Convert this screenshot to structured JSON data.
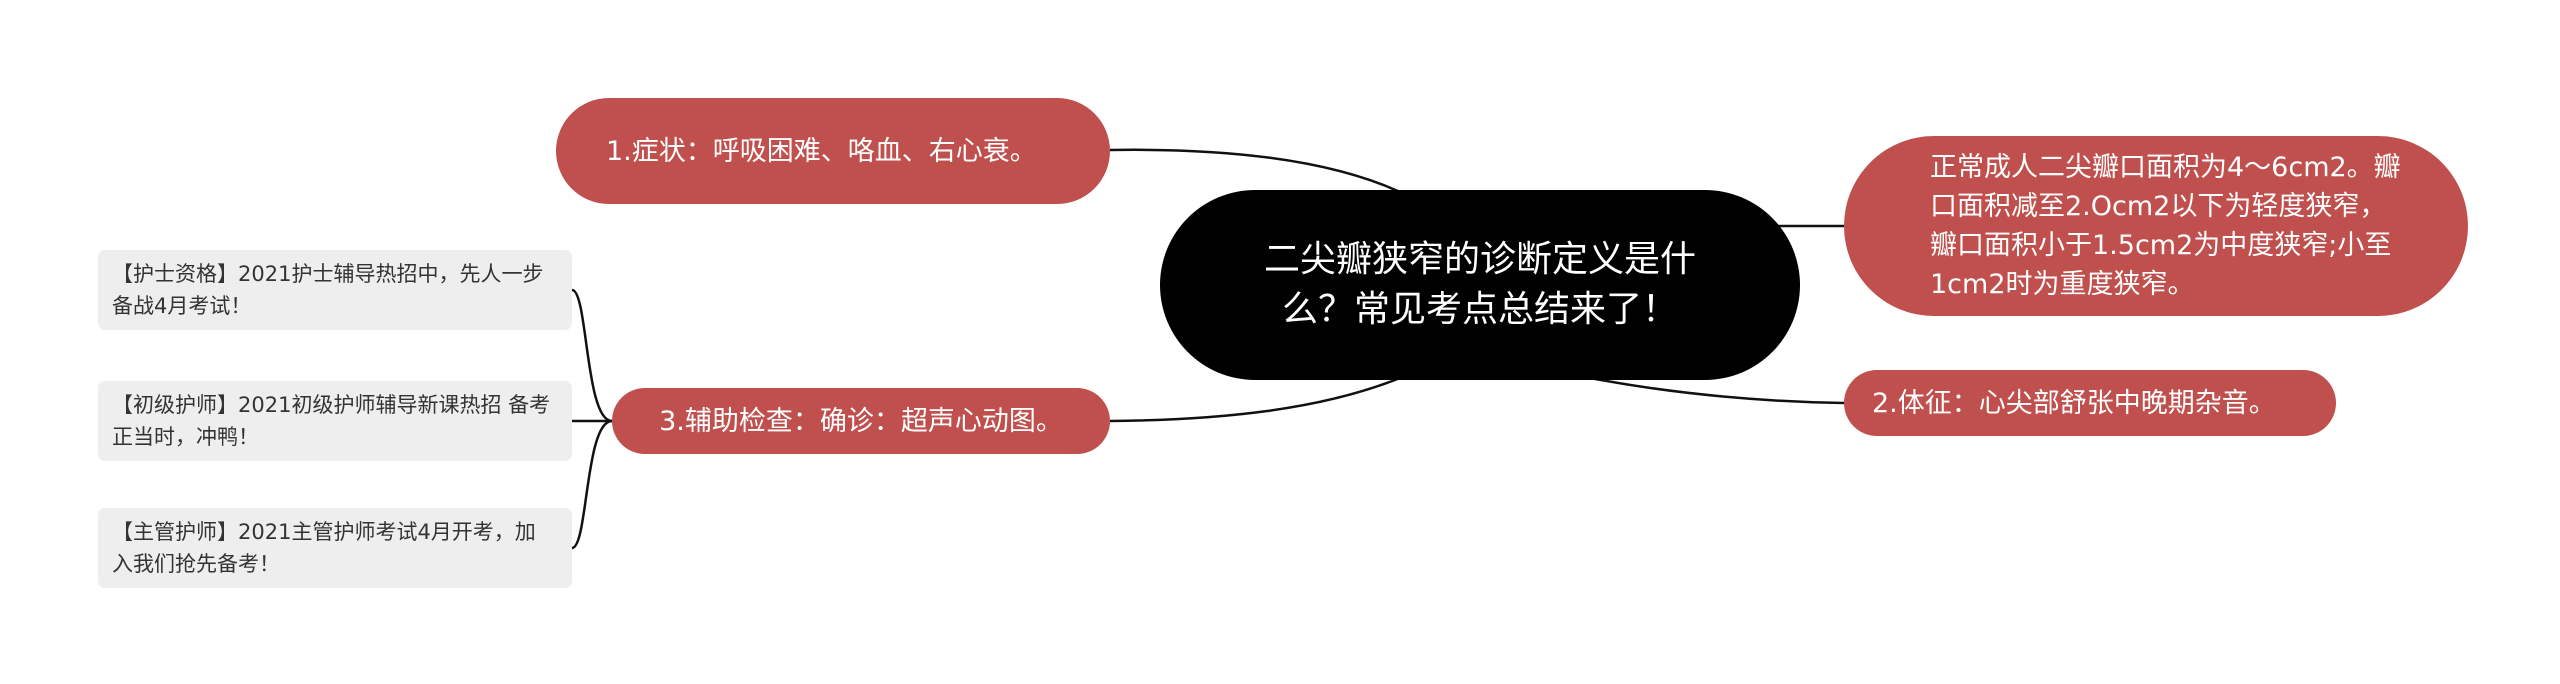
{
  "center": {
    "text": "二尖瓣狭窄的诊断定义是什么？常见考点总结来了！"
  },
  "branches": {
    "symptom": "1.症状：呼吸困难、咯血、右心衰。",
    "exam": "3.辅助检查：确诊：超声心动图。",
    "normal": "正常成人二尖瓣口面积为4～6cm2。瓣口面积减至2.Ocm2以下为轻度狭窄，瓣口面积小于1.5cm2为中度狭窄;小至1cm2时为重度狭窄。",
    "sign": "2.体征：心尖部舒张中晚期杂音。"
  },
  "exam_children": [
    {
      "text": "【护士资格】2021护士辅导热招中，先人一步备战4月考试！"
    },
    {
      "text": "【初级护师】2021初级护师辅导新课热招 备考正当时，冲鸭！"
    },
    {
      "text": "【主管护师】2021主管护师考试4月开考，加入我们抢先备考！"
    }
  ],
  "colors": {
    "center_bg": "#000000",
    "branch_bg": "#c0504d",
    "leaf_bg": "#eeeeee",
    "link": "#111111"
  }
}
